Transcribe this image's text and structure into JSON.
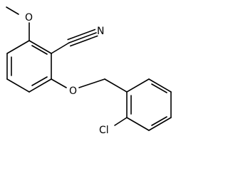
{
  "molecule": {
    "labels": {
      "methoxy_o": "O",
      "nitrile_n": "N",
      "ether_o": "O",
      "chloro": "Cl"
    }
  }
}
